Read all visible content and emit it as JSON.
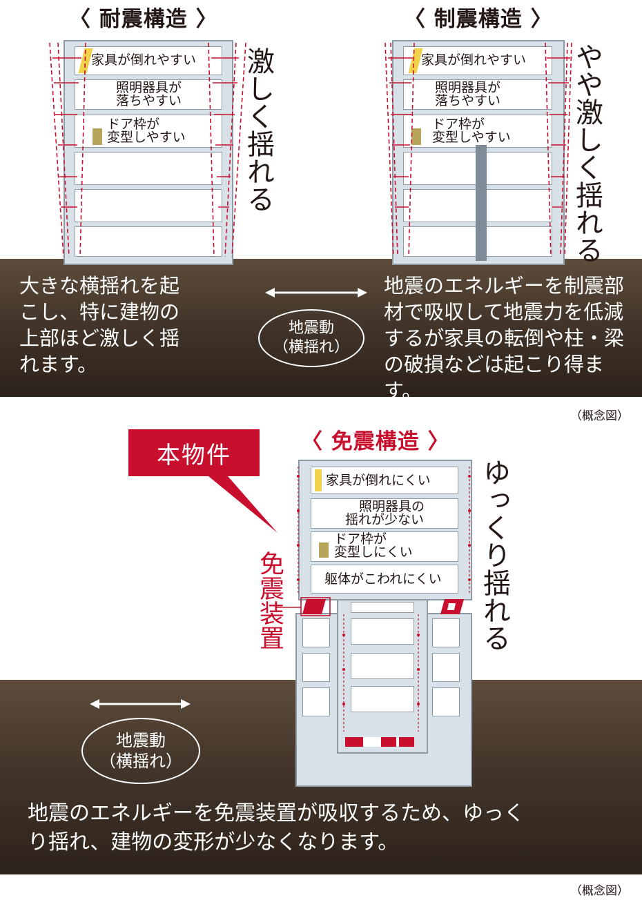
{
  "top": {
    "left": {
      "title": "〈 耐震構造 〉",
      "vertical_label": "激しく揺れる",
      "room1": "家具が倒れやすい",
      "room2_l1": "照明器具が",
      "room2_l2": "落ちやすい",
      "room3_l1": "ドア枠が",
      "room3_l2": "変型しやすい",
      "description_l1": "大きな横揺れを起",
      "description_l2": "こし、特に建物の",
      "description_l3": "上部ほど激しく揺",
      "description_l4": "れます。"
    },
    "right": {
      "title": "〈 制震構造 〉",
      "vertical_label": "やや激しく揺れる",
      "room1": "家具が倒れやすい",
      "room2_l1": "照明器具が",
      "room2_l2": "落ちやすい",
      "room3_l1": "ドア枠が",
      "room3_l2": "変型しやすい",
      "description_l1": "地震のエネルギーを制震部",
      "description_l2": "材で吸収して地震力を低減",
      "description_l3": "するが家具の転倒や柱・梁",
      "description_l4": "の破損などは起こり得ます。"
    },
    "quake_label_l1": "地震動",
    "quake_label_l2": "（横揺れ）",
    "note": "（概念図）"
  },
  "bottom": {
    "title": "〈 免震構造 〉",
    "callout": "本物件",
    "device_label": "免震装置",
    "vertical_label": "ゆっくり揺れる",
    "room1": "家具が倒れにくい",
    "room2_l1": "照明器具の",
    "room2_l2": "揺れが少ない",
    "room3_l1": "ドア枠が",
    "room3_l2": "変型しにくい",
    "room4": "躯体がこわれにくい",
    "quake_label_l1": "地震動",
    "quake_label_l2": "（横揺れ）",
    "description_l1": "地震のエネルギーを免震装置が吸収するため、ゆっく",
    "description_l2": "り揺れ、建物の変形が少なくなります。",
    "note": "（概念図）"
  },
  "colors": {
    "accent_red": "#c8102e",
    "building_fill": "#d9e1e8",
    "building_stroke": "#8e9aa6",
    "damper_gray": "#7f8c97",
    "ground_brown": "#4a3b2e",
    "furniture_yellow": "#f2d24b",
    "door_khaki": "#b7a55c"
  }
}
